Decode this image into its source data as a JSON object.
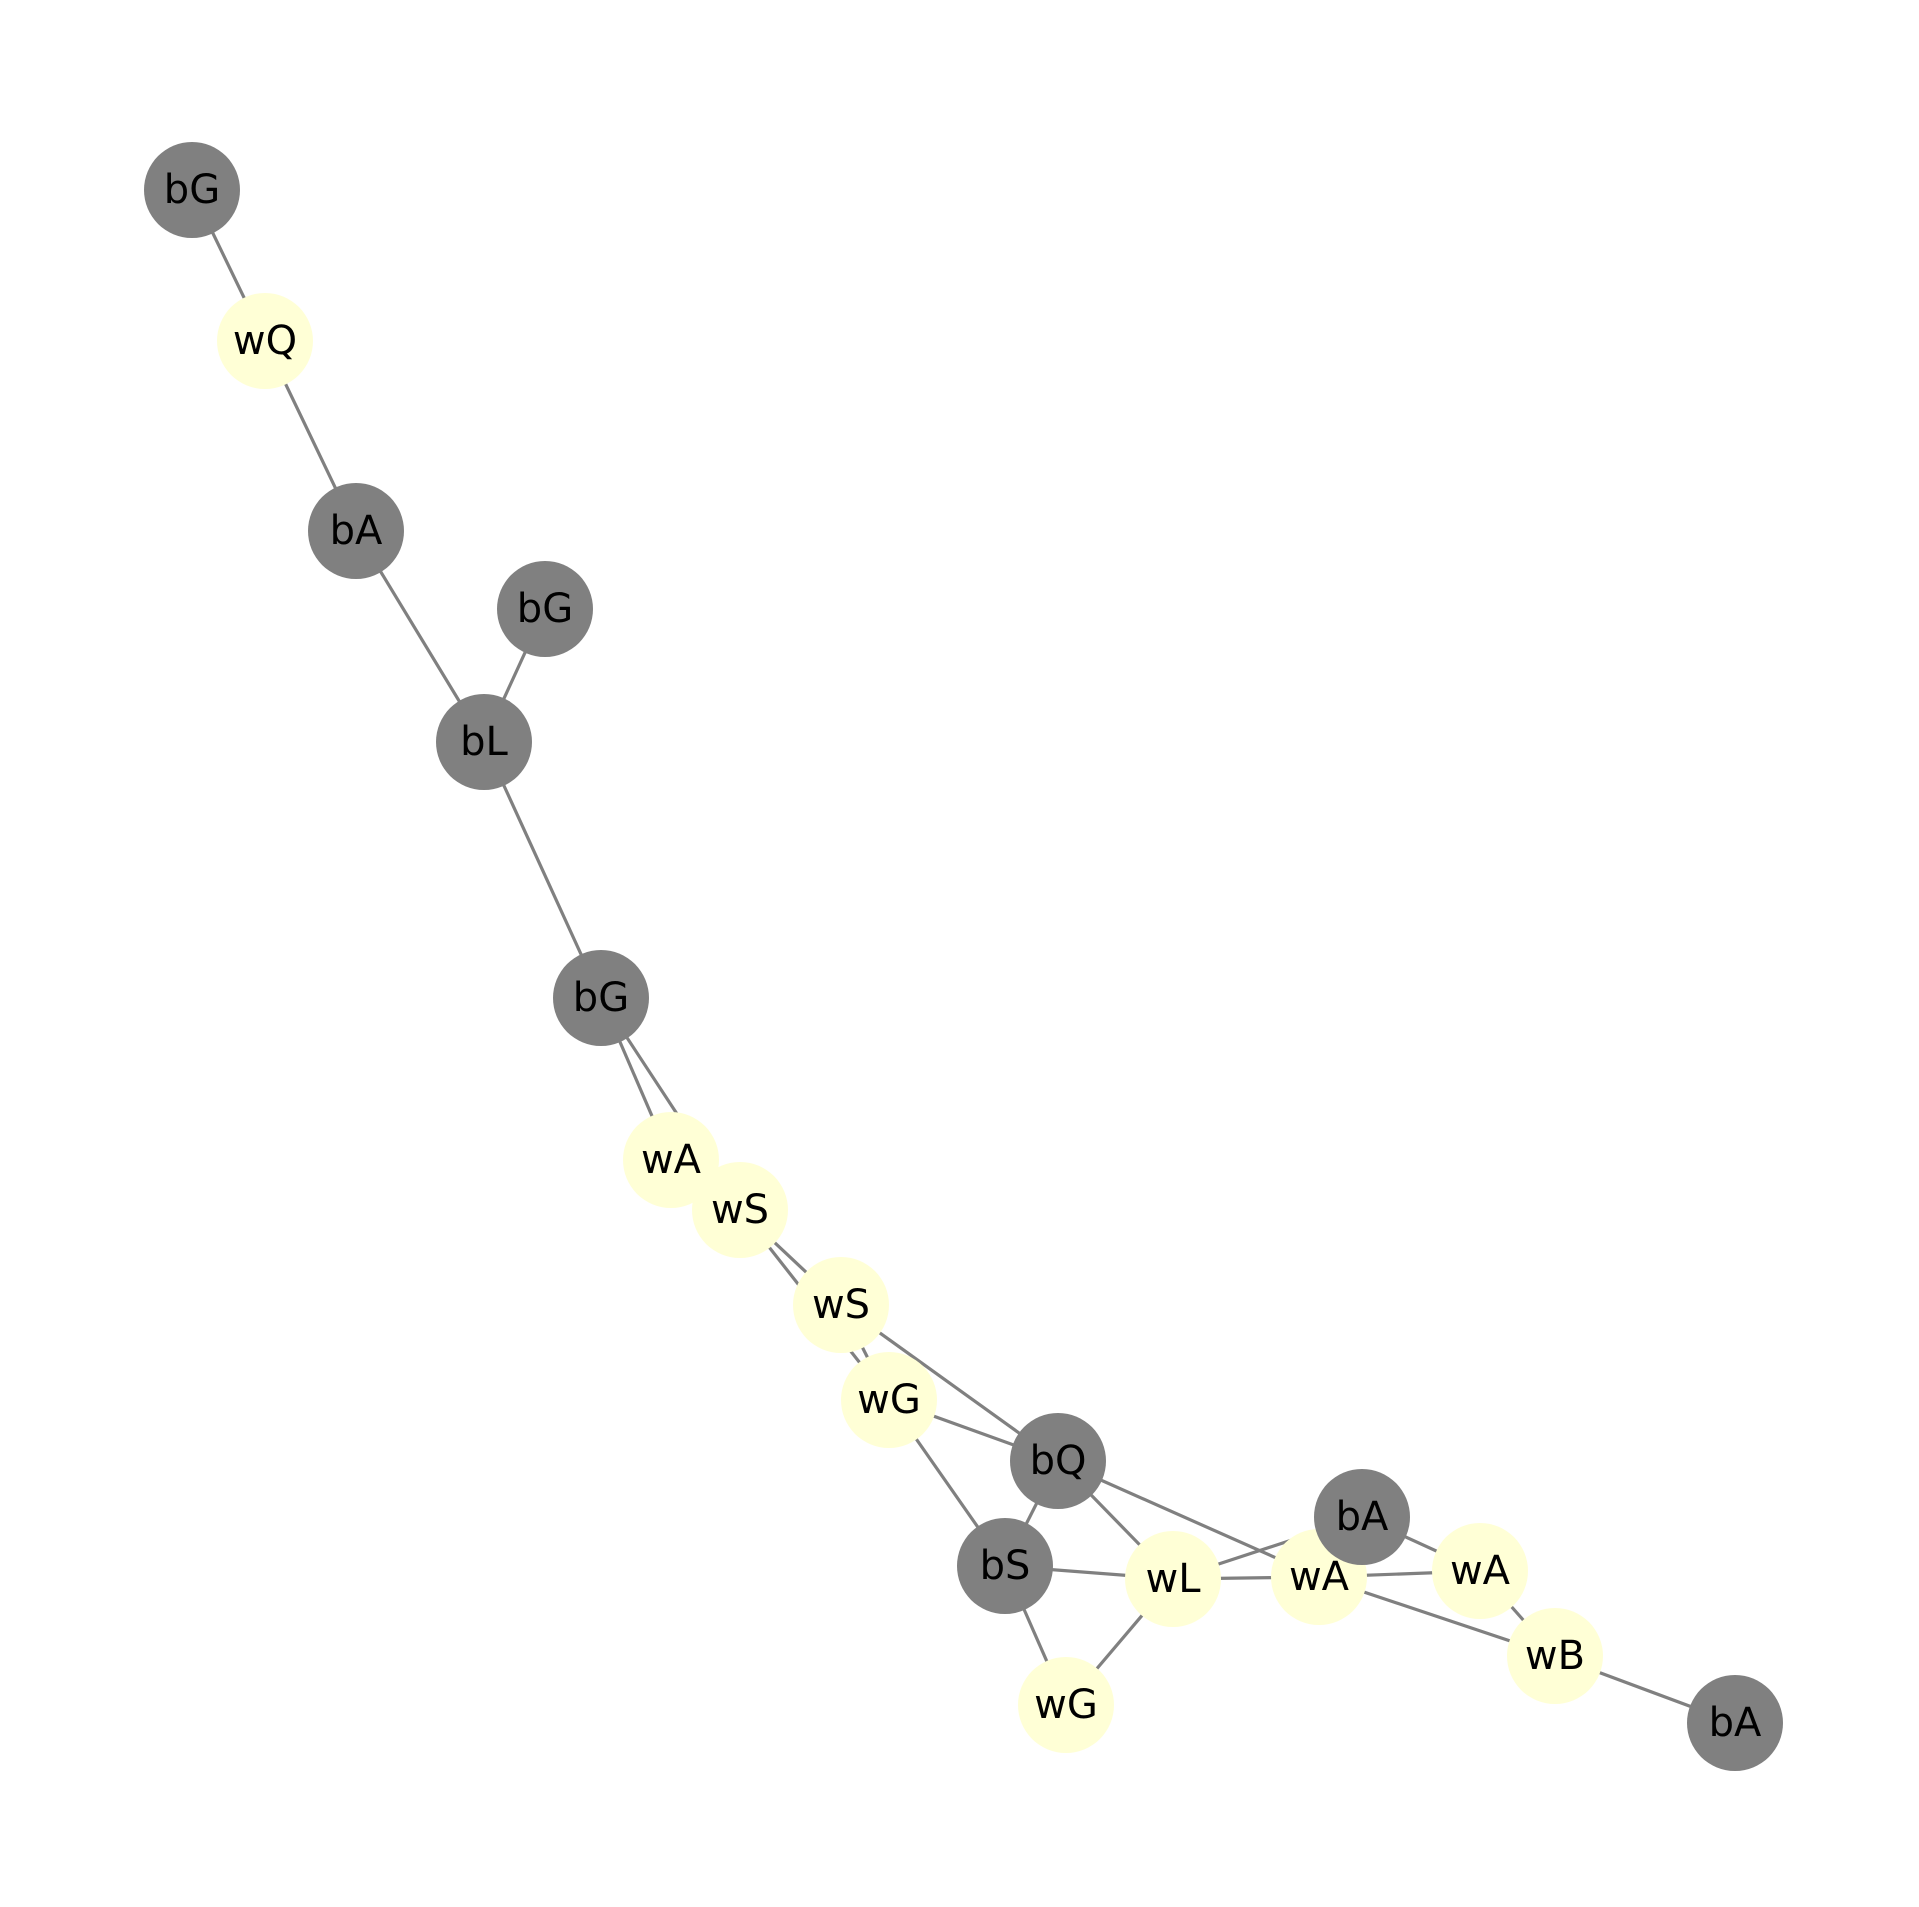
{
  "colors": {
    "black_piece": "#808080",
    "white_piece": "#ffffd6",
    "edge": "#808080",
    "label": "#000000",
    "background": "#ffffff"
  },
  "nodes": [
    {
      "id": "n1",
      "label": "bG",
      "side": "black"
    },
    {
      "id": "n2",
      "label": "wQ",
      "side": "white"
    },
    {
      "id": "n3",
      "label": "bA",
      "side": "black"
    },
    {
      "id": "n4",
      "label": "bG",
      "side": "black"
    },
    {
      "id": "n5",
      "label": "bL",
      "side": "black"
    },
    {
      "id": "n6",
      "label": "bG",
      "side": "black"
    },
    {
      "id": "n7",
      "label": "wA",
      "side": "white"
    },
    {
      "id": "n8",
      "label": "wS",
      "side": "white"
    },
    {
      "id": "n9",
      "label": "wS",
      "side": "white"
    },
    {
      "id": "n10",
      "label": "wG",
      "side": "white"
    },
    {
      "id": "n11",
      "label": "bQ",
      "side": "black"
    },
    {
      "id": "n12",
      "label": "bS",
      "side": "black"
    },
    {
      "id": "n13",
      "label": "wL",
      "side": "white"
    },
    {
      "id": "n14",
      "label": "wA",
      "side": "white"
    },
    {
      "id": "n15",
      "label": "bA",
      "side": "black"
    },
    {
      "id": "n16",
      "label": "wA",
      "side": "white"
    },
    {
      "id": "n17",
      "label": "wB",
      "side": "white"
    },
    {
      "id": "n18",
      "label": "bA",
      "side": "black"
    },
    {
      "id": "n19",
      "label": "wG",
      "side": "white"
    }
  ],
  "edges": [
    [
      "n1",
      "n2"
    ],
    [
      "n2",
      "n3"
    ],
    [
      "n3",
      "n5"
    ],
    [
      "n4",
      "n5"
    ],
    [
      "n5",
      "n6"
    ],
    [
      "n6",
      "n7"
    ],
    [
      "n6",
      "n8"
    ],
    [
      "n7",
      "n8"
    ],
    [
      "n8",
      "n9"
    ],
    [
      "n8",
      "n10"
    ],
    [
      "n9",
      "n10"
    ],
    [
      "n9",
      "n11"
    ],
    [
      "n10",
      "n11"
    ],
    [
      "n10",
      "n12"
    ],
    [
      "n11",
      "n12"
    ],
    [
      "n11",
      "n13"
    ],
    [
      "n11",
      "n14"
    ],
    [
      "n12",
      "n13"
    ],
    [
      "n12",
      "n19"
    ],
    [
      "n13",
      "n19"
    ],
    [
      "n13",
      "n14"
    ],
    [
      "n13",
      "n15"
    ],
    [
      "n14",
      "n16"
    ],
    [
      "n14",
      "n17"
    ],
    [
      "n15",
      "n16"
    ],
    [
      "n16",
      "n17"
    ],
    [
      "n17",
      "n18"
    ]
  ]
}
